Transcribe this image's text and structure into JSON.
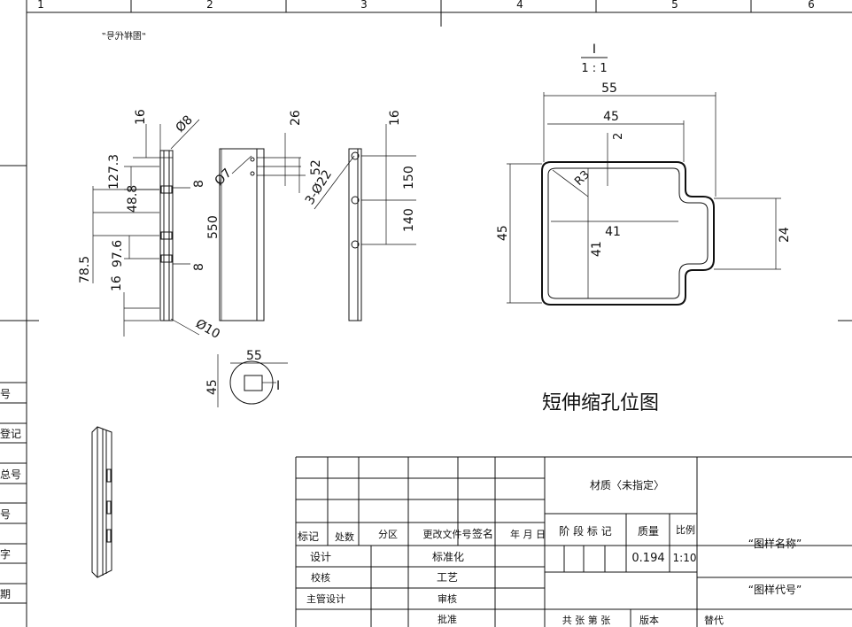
{
  "grid_top": [
    "1",
    "2",
    "3",
    "4",
    "5",
    "6"
  ],
  "drawing_code_mirrored": "“图样代号”",
  "section_mark": "I",
  "scale_label": "1 : 1",
  "caption": "短伸缩孔位图",
  "left_strip": [
    "号",
    "登记",
    "总号",
    "号",
    "字",
    "期"
  ],
  "front_view": {
    "d16_top": "16",
    "d8_dia": "Ø8",
    "d127": "127.3",
    "d488": "48.8",
    "d8a": "8",
    "d976": "97.6",
    "d8b": "8",
    "d785": "78.5",
    "d16_bot": "16",
    "d10_dia": "Ø10"
  },
  "side_view": {
    "d550": "550",
    "d7_dia": "Ø7",
    "d26": "26",
    "d52": "52",
    "d3_22": "3-Ø22"
  },
  "right_view": {
    "d16": "16",
    "d150": "150",
    "d140": "140"
  },
  "small_section": {
    "w": "55",
    "h": "45",
    "mark": "I"
  },
  "detail": {
    "d55": "55",
    "d45_top": "45",
    "d2": "2",
    "d45_side": "45",
    "d41_h": "41",
    "d41_v": "41",
    "d24": "24",
    "r": "R3"
  },
  "title_block": {
    "material": "材质〈未指定〉",
    "header": [
      "标记",
      "处数",
      "分区",
      "更改文件号",
      "签名",
      "年 月 日"
    ],
    "stage_label": "阶 段 标 记",
    "mass_label": "质量",
    "scale_label": "比例",
    "mass": "0.194",
    "scale": "1:10",
    "name": "“图样名称”",
    "code": "“图样代号”",
    "design": "设计",
    "check": "校核",
    "chief": "主管设计",
    "standard": "标准化",
    "process": "工艺",
    "review": "审核",
    "approve": "批准",
    "sheets": "共  张   第  张",
    "version": "版本",
    "replace": "替代"
  }
}
